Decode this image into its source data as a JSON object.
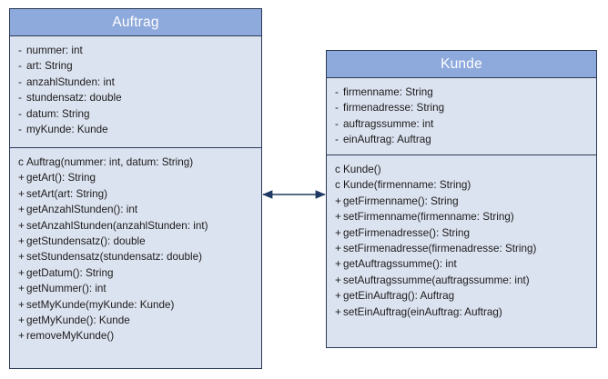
{
  "diagram": {
    "type": "uml-class-diagram",
    "colors": {
      "header_fill": "#8EA9DB",
      "body_fill": "#DCE3F0",
      "border": "#2B3A55",
      "header_text": "#FFFFFF",
      "body_text": "#1B1B1B",
      "arrow": "#1F3864"
    }
  },
  "classes": [
    {
      "name": "Auftrag",
      "attributes": [
        {
          "visibility": "-",
          "text": "nummer:  int"
        },
        {
          "visibility": "-",
          "text": "art: String"
        },
        {
          "visibility": "-",
          "text": "anzahlStunden:  int"
        },
        {
          "visibility": "-",
          "text": "stundensatz: double"
        },
        {
          "visibility": "-",
          "text": "datum: String"
        },
        {
          "visibility": "-",
          "text": "myKunde: Kunde"
        }
      ],
      "methods": [
        {
          "visibility": "c",
          "text": "Auftrag(nummer:  int, datum: String)"
        },
        {
          "visibility": "+",
          "text": "getArt(): String"
        },
        {
          "visibility": "+",
          "text": "setArt(art: String)"
        },
        {
          "visibility": "+",
          "text": "getAnzahlStunden(): int"
        },
        {
          "visibility": "+",
          "text": "setAnzahlStunden(anzahlStunden:  int)"
        },
        {
          "visibility": "+",
          "text": "getStundensatz(): double"
        },
        {
          "visibility": "+",
          "text": "setStundensatz(stundensatz: double)"
        },
        {
          "visibility": "+",
          "text": "getDatum(): String"
        },
        {
          "visibility": "+",
          "text": "getNummer():  int"
        },
        {
          "visibility": "+",
          "text": "setMyKunde(myKunde:  Kunde)"
        },
        {
          "visibility": "+",
          "text": "getMyKunde(): Kunde"
        },
        {
          "visibility": "+",
          "text": "removeMyKunde()"
        }
      ]
    },
    {
      "name": "Kunde",
      "attributes": [
        {
          "visibility": "-",
          "text": "firmenname: String"
        },
        {
          "visibility": "-",
          "text": "firmenadresse: String"
        },
        {
          "visibility": "-",
          "text": "auftragssumme: int"
        },
        {
          "visibility": "-",
          "text": "einAuftrag: Auftrag"
        }
      ],
      "methods": [
        {
          "visibility": "c",
          "text": "Kunde()"
        },
        {
          "visibility": "c",
          "text": "Kunde(firmenname:  String)"
        },
        {
          "visibility": "+",
          "text": "getFirmenname(): String"
        },
        {
          "visibility": "+",
          "text": "setFirmenname(firmenname:  String)"
        },
        {
          "visibility": "+",
          "text": "getFirmenadresse(): String"
        },
        {
          "visibility": "+",
          "text": "setFirmenadresse(firmenadresse: String)"
        },
        {
          "visibility": "+",
          "text": "getAuftragssumme(): int"
        },
        {
          "visibility": "+",
          "text": "setAuftragssumme(auftragssumme: int)"
        },
        {
          "visibility": "+",
          "text": "getEinAuftrag(): Auftrag"
        },
        {
          "visibility": "+",
          "text": "setEinAuftrag(einAuftrag: Auftrag)"
        }
      ]
    }
  ],
  "associations": [
    {
      "name": "auftrag-kunde-association",
      "from": "Auftrag",
      "to": "Kunde",
      "direction": "bidirectional",
      "label": ""
    }
  ]
}
